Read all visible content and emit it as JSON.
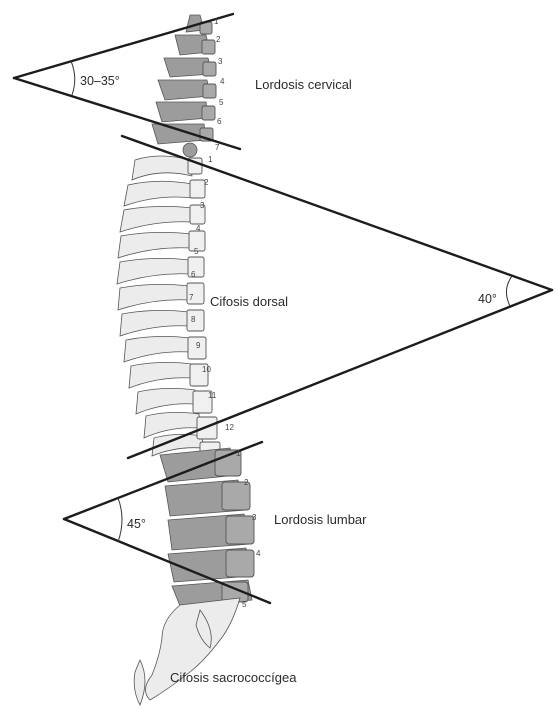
{
  "regions": {
    "cervical": {
      "label": "Lordosis cervical",
      "angle": "30–35°",
      "vertebrae": [
        "1",
        "2",
        "3",
        "4",
        "5",
        "6",
        "7"
      ]
    },
    "dorsal": {
      "label": "Cifosis dorsal",
      "angle": "40°",
      "vertebrae": [
        "1",
        "2",
        "3",
        "4",
        "5",
        "6",
        "7",
        "8",
        "9",
        "10",
        "11",
        "12"
      ]
    },
    "lumbar": {
      "label": "Lordosis lumbar",
      "angle": "45°",
      "vertebrae": [
        "1",
        "2",
        "3",
        "4",
        "5"
      ]
    },
    "sacral": {
      "label": "Cifosis sacrococcígea"
    }
  },
  "colors": {
    "cervical_lumbar_fill": "#a9a9a9",
    "dorsal_sacral_fill": "#f0f0f0",
    "lines": "#1c1c1c"
  }
}
